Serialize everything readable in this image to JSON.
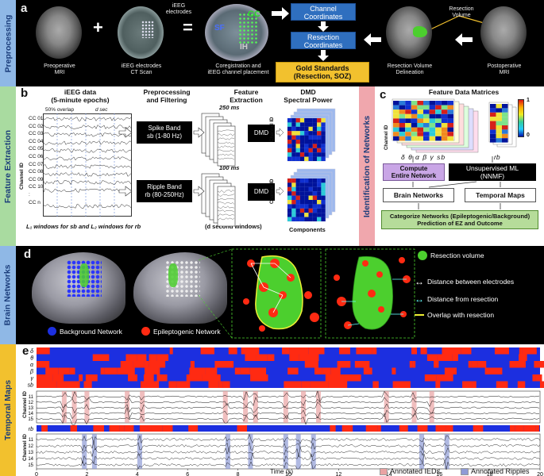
{
  "panel_a": {
    "section": "Preprocessing",
    "label": "a",
    "pre_mri": "Preoperative\nMRI",
    "ieeg_ct": "iEEG electrodes\nCT Scan",
    "ieeg_electrodes": "iEEG\nelectrodes",
    "coreg": "Coregistration and\niEEG channel placement",
    "lbl_cc": "CC",
    "lbl_sf": "SF",
    "lbl_ih": "IH",
    "channel_coords": "Channel\nCoordinates",
    "resection_coords": "Resection\nCoordinates",
    "gold": "Gold Standards\n(Resection, SOZ)",
    "resection_volume_callout": "Resection\nVolume",
    "resection_volume": "Resection Volume\nDelineation",
    "post_mri": "Postoperative\nMRI",
    "plus": "+",
    "equals": "="
  },
  "panel_b": {
    "section": "Feature Extraction",
    "label": "b",
    "ieeg_title": "iEEG data\n(5-minute epochs)",
    "overlap": "50% overlap",
    "dsec": "d sec",
    "channel_id": "Channel ID",
    "channels": [
      "CC 01",
      "CC 02",
      "CC 03",
      "CC 04",
      "CC 05",
      "CC 06",
      "CC 07",
      "CC 08",
      "CC 09",
      "CC 10",
      ":",
      "CC  n"
    ],
    "windows_note": "L₁ windows for sb and L₂ windows for rb",
    "preproc_title": "Preprocessing\nand Filtering",
    "spike_band": "Spike Band\nsb (1-80 Hz)",
    "ripple_band": "Ripple Band\nrb (80-250Hz)",
    "feat_title": "Feature\nExtraction",
    "ms250": "250 ms",
    "ms100": "100 ms",
    "dsec_windows": "(d second windows)",
    "dmd_title": "DMD\nSpectral Power",
    "dmd_sb": "DMD",
    "components": "Components"
  },
  "panel_c": {
    "section": "Identification of Networks",
    "label": "c",
    "title": "Feature Data Matrices",
    "channel_id": "Channel ID",
    "bands": "δ  θ  α  β  γ  sb",
    "rb": "rb",
    "scale_max": "1",
    "scale_min": "0",
    "compute": "Compute\nEntire Network",
    "unsup": "Unsupervised ML\n(NNMF)",
    "brain_networks": "Brain Networks",
    "temporal_maps": "Temporal Maps",
    "categorize": "Categorize Networks (Epileptogenic/Background)\nPrediction of EZ and Outcome"
  },
  "panel_d": {
    "section": "Brain Networks",
    "label": "d",
    "background": "Background Network",
    "epileptogenic": "Epileptogenic  Network",
    "leg_resection": "Resection volume",
    "leg_between": "Distance between electrodes",
    "leg_from": "Distance from resection",
    "leg_overlap": "Overlap with resection"
  },
  "panel_e": {
    "section": "Temporal Maps",
    "label": "e",
    "bands": [
      "δ",
      "θ",
      "α",
      "β",
      "γ",
      "sb"
    ],
    "rb": "rb",
    "channel_id": "Channel ID",
    "sb_channels": [
      "11",
      "12",
      "13",
      "14",
      "15"
    ],
    "rb_channels": [
      "11",
      "12",
      "13",
      "14",
      "15"
    ],
    "xlabel": "Time (s)",
    "xticks": [
      "0",
      "2",
      "4",
      "6",
      "8",
      "10",
      "12",
      "14",
      "16",
      "18",
      "20"
    ],
    "leg_ieds": "Annotated IEDs",
    "leg_ripples": "Annotated Ripples"
  },
  "colors": {
    "blue_state": "#1c2fe0",
    "red_state": "#ff2a12",
    "resection_green": "#4ccf2e",
    "ied_band": "#e9a3a3",
    "ripple_band": "#8f9bd6"
  },
  "chart_data": {
    "type": "heatmap",
    "x_range": [
      0,
      20
    ],
    "rows": [
      "δ",
      "θ",
      "α",
      "β",
      "γ",
      "sb"
    ],
    "ied_times": [
      1.1,
      1.5,
      2.0,
      3.6,
      4.2,
      7.5,
      8.3,
      8.7,
      9.9,
      10.6,
      11.2,
      13.9,
      15.0,
      15.7
    ],
    "ripple_times": [
      1.9,
      2.3,
      4.1,
      7.6,
      8.5,
      9.9,
      10.4,
      11.0,
      15.3,
      16.3
    ]
  }
}
